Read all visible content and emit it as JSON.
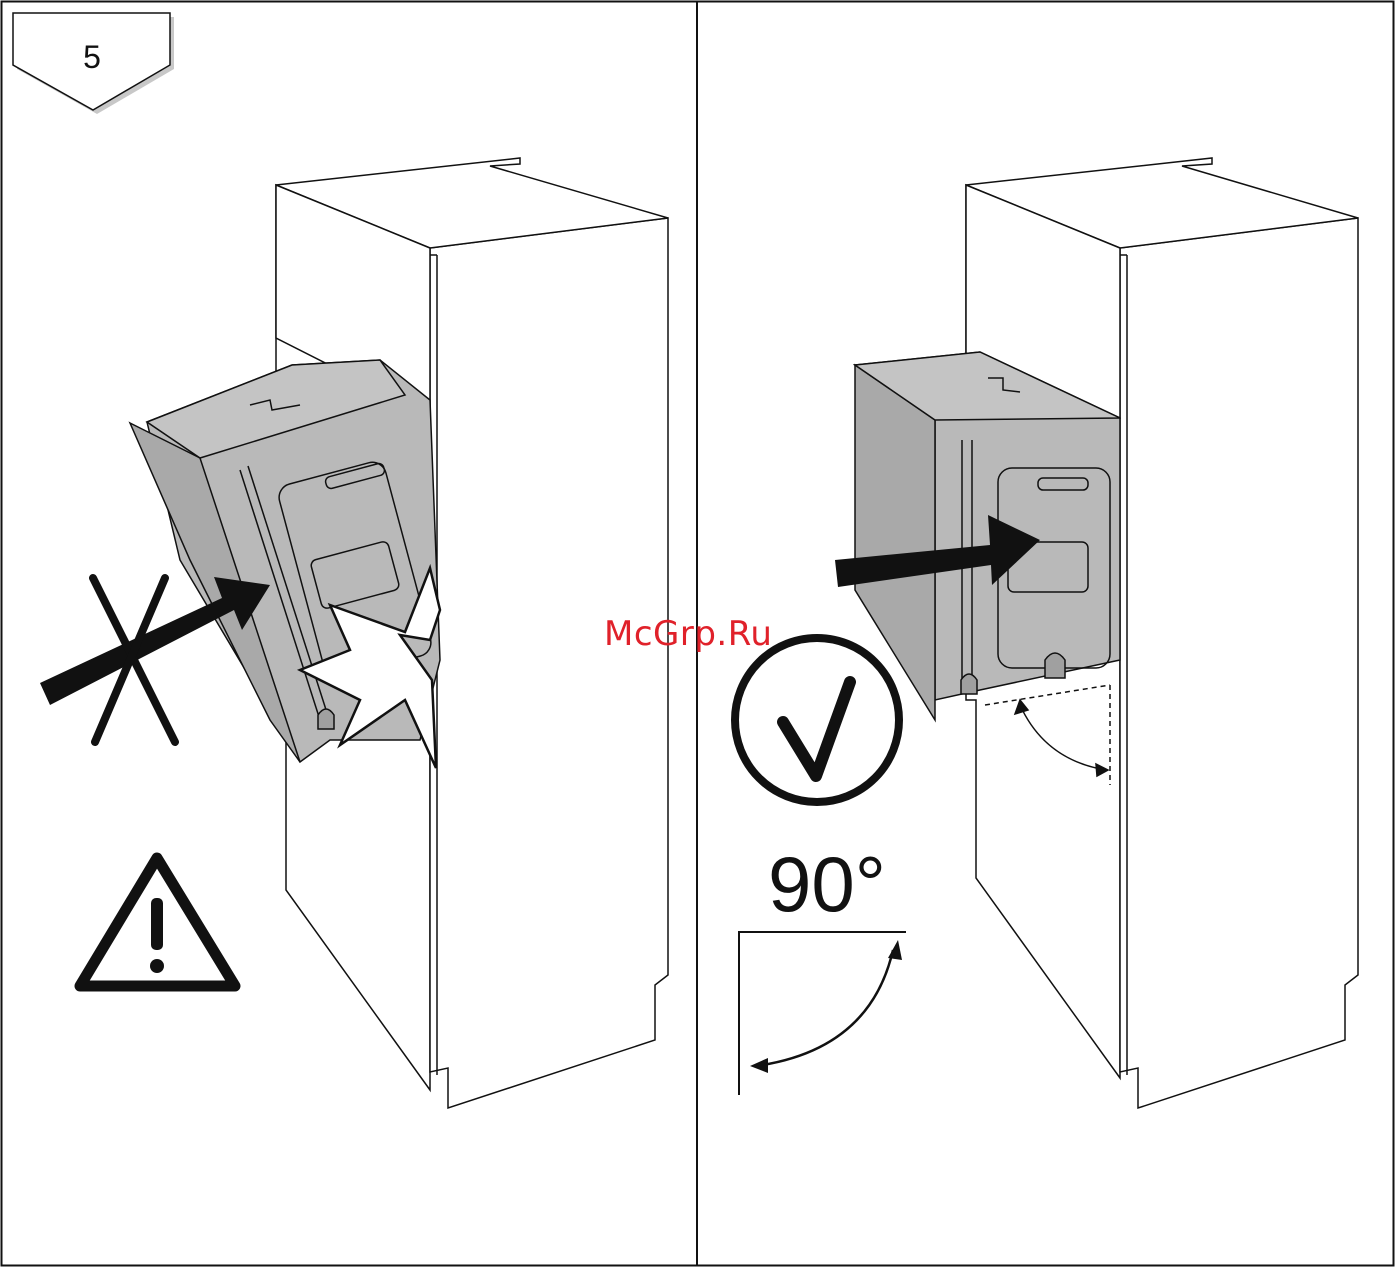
{
  "step": {
    "number": "5"
  },
  "panels": {
    "left": {
      "status": "incorrect",
      "icons": [
        "crossed-arrow-icon",
        "collision-icon",
        "warning-triangle-icon"
      ]
    },
    "right": {
      "status": "correct",
      "icons": [
        "push-arrow-icon",
        "checkmark-icon",
        "angle-icon"
      ],
      "angle_label": "90°"
    }
  },
  "watermark": {
    "text": "McGrp.Ru"
  },
  "colors": {
    "line": "#111111",
    "appliance_fill": "#b9b9b9",
    "watermark": "#e0212a",
    "background": "#ffffff"
  }
}
